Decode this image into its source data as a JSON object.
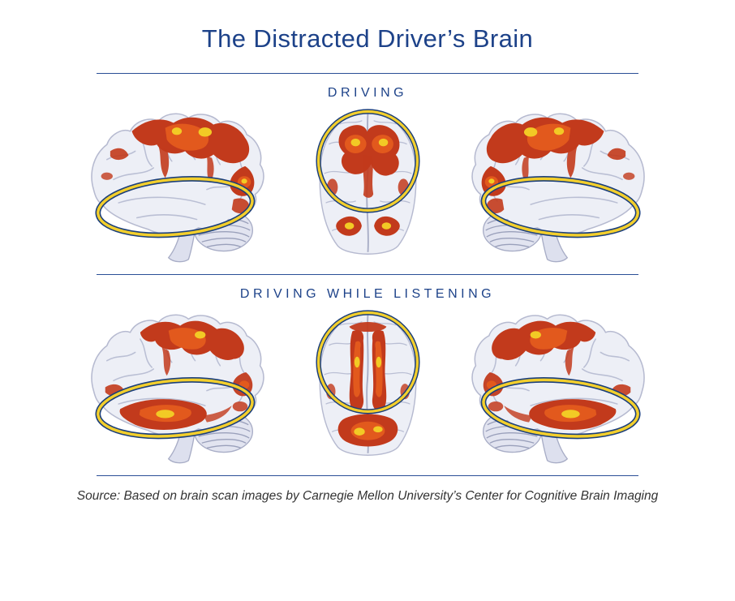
{
  "title": "The Distracted Driver’s Brain",
  "sections": [
    {
      "label": "DRIVING"
    },
    {
      "label": "DRIVING WHILE LISTENING"
    }
  ],
  "source": "Source: Based on brain scan images by Carnegie Mellon University’s Center for Cognitive Brain Imaging",
  "colors": {
    "navy_text": "#1d4289",
    "divider_line": "#2a4f96",
    "highlight_ring_outline": "#1c3f7a",
    "highlight_ring_yellow": "#f3cf2c",
    "activation_red": "#c23a1c",
    "activation_orange": "#e2591d",
    "activation_yellow": "#f2ca25",
    "brain_base": "#edeff6"
  },
  "views": {
    "row1": [
      "lateral-left",
      "top-axial",
      "lateral-right"
    ],
    "row2": [
      "lateral-left",
      "top-axial",
      "lateral-right"
    ]
  }
}
